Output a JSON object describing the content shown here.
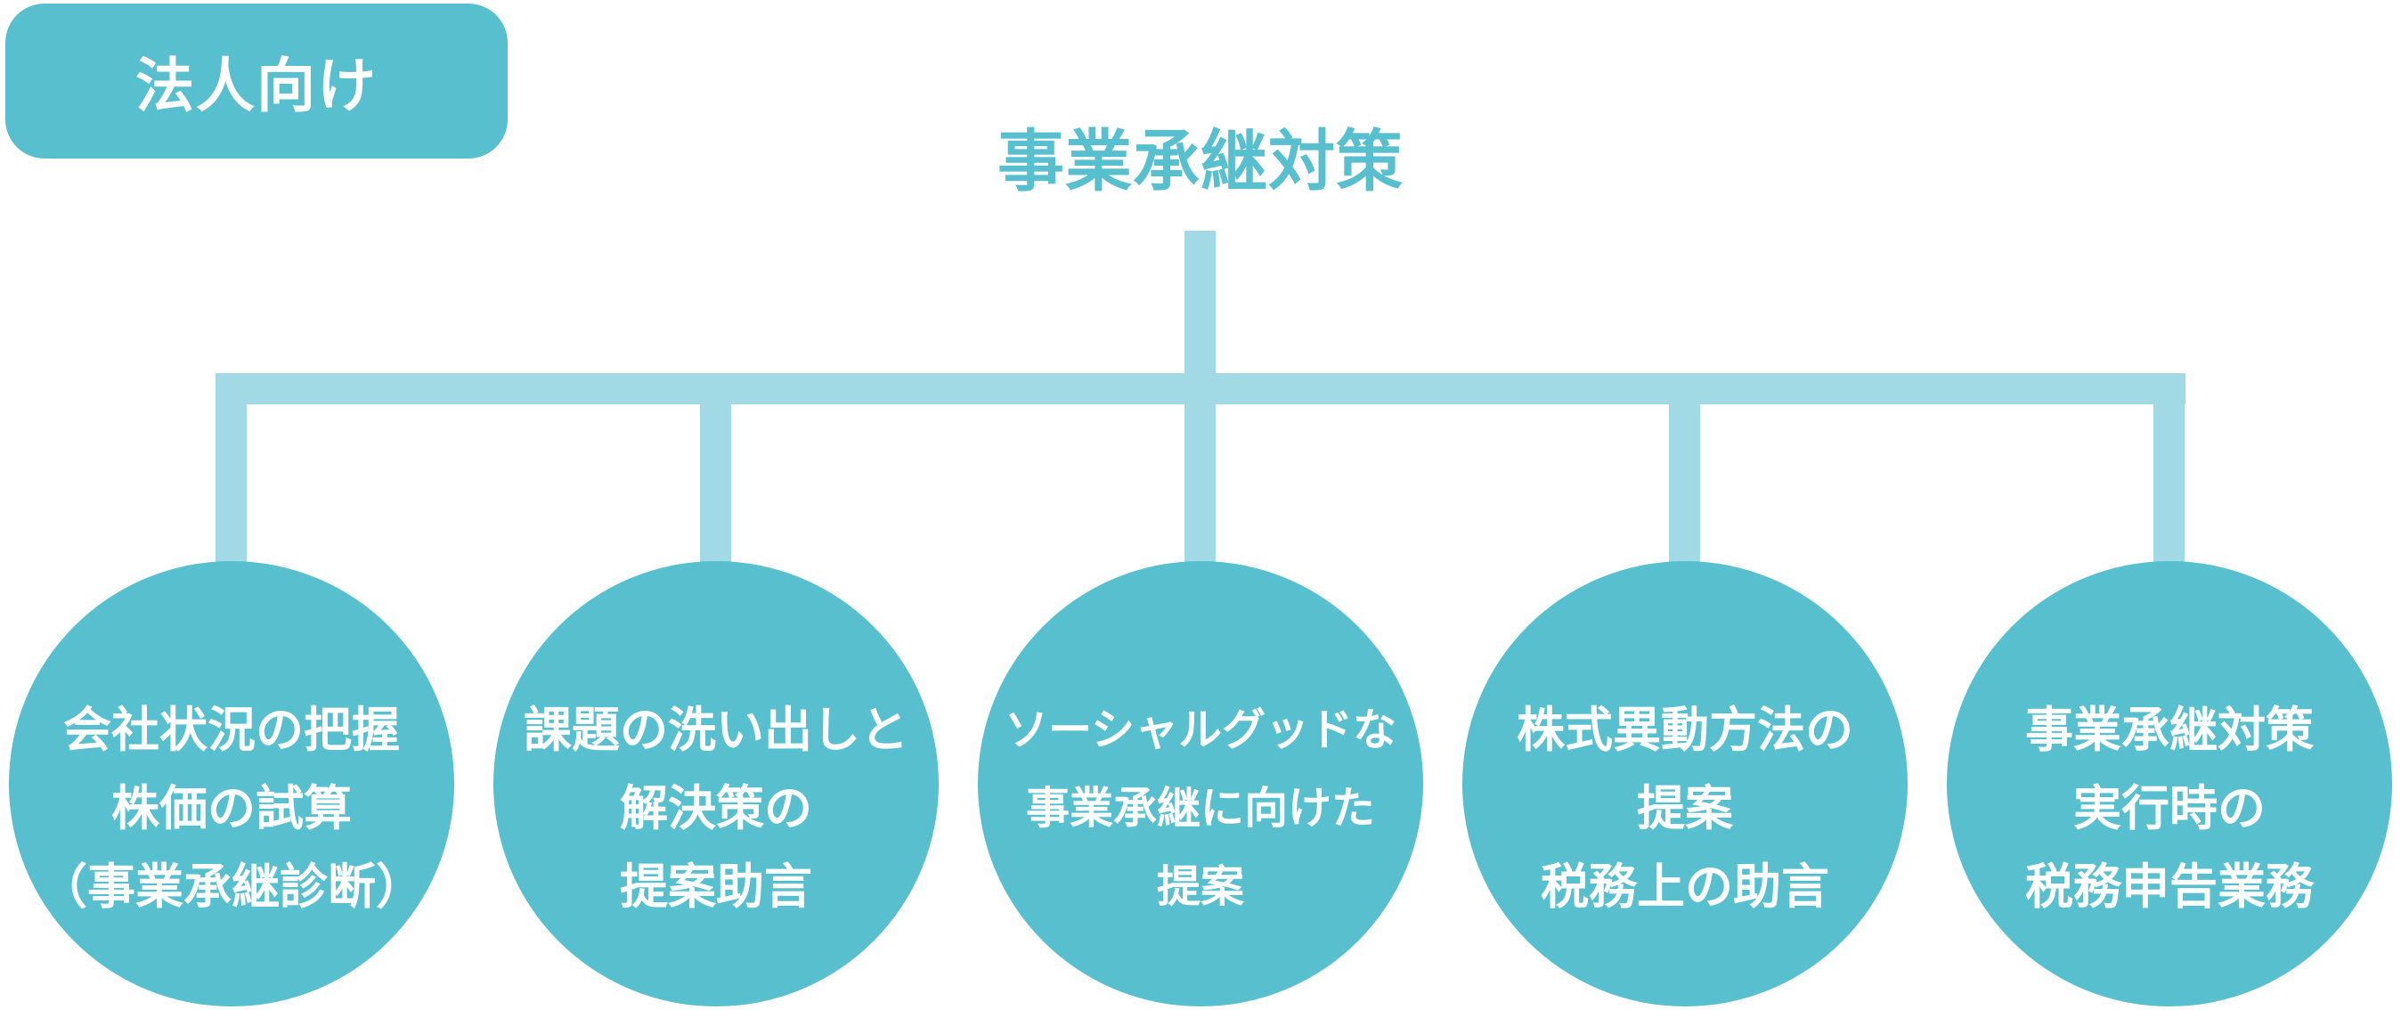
{
  "badge": {
    "label": "法人向け"
  },
  "title": "事業承継対策",
  "colors": {
    "accent": "#57BFCE",
    "connector": "#A1DAE5",
    "text_on_accent": "#FFFFFF",
    "background": "#FFFFFF"
  },
  "nodes": [
    {
      "lines": [
        "会社状況の把握",
        "株価の試算",
        "（事業承継診断）"
      ]
    },
    {
      "lines": [
        "課題の洗い出しと",
        "解決策の",
        "提案助言"
      ]
    },
    {
      "lines": [
        "ソーシャルグッドな",
        "事業承継に向けた",
        "提案"
      ]
    },
    {
      "lines": [
        "株式異動方法の",
        "提案",
        "税務上の助言"
      ]
    },
    {
      "lines": [
        "事業承継対策",
        "実行時の",
        "税務申告業務"
      ]
    }
  ]
}
